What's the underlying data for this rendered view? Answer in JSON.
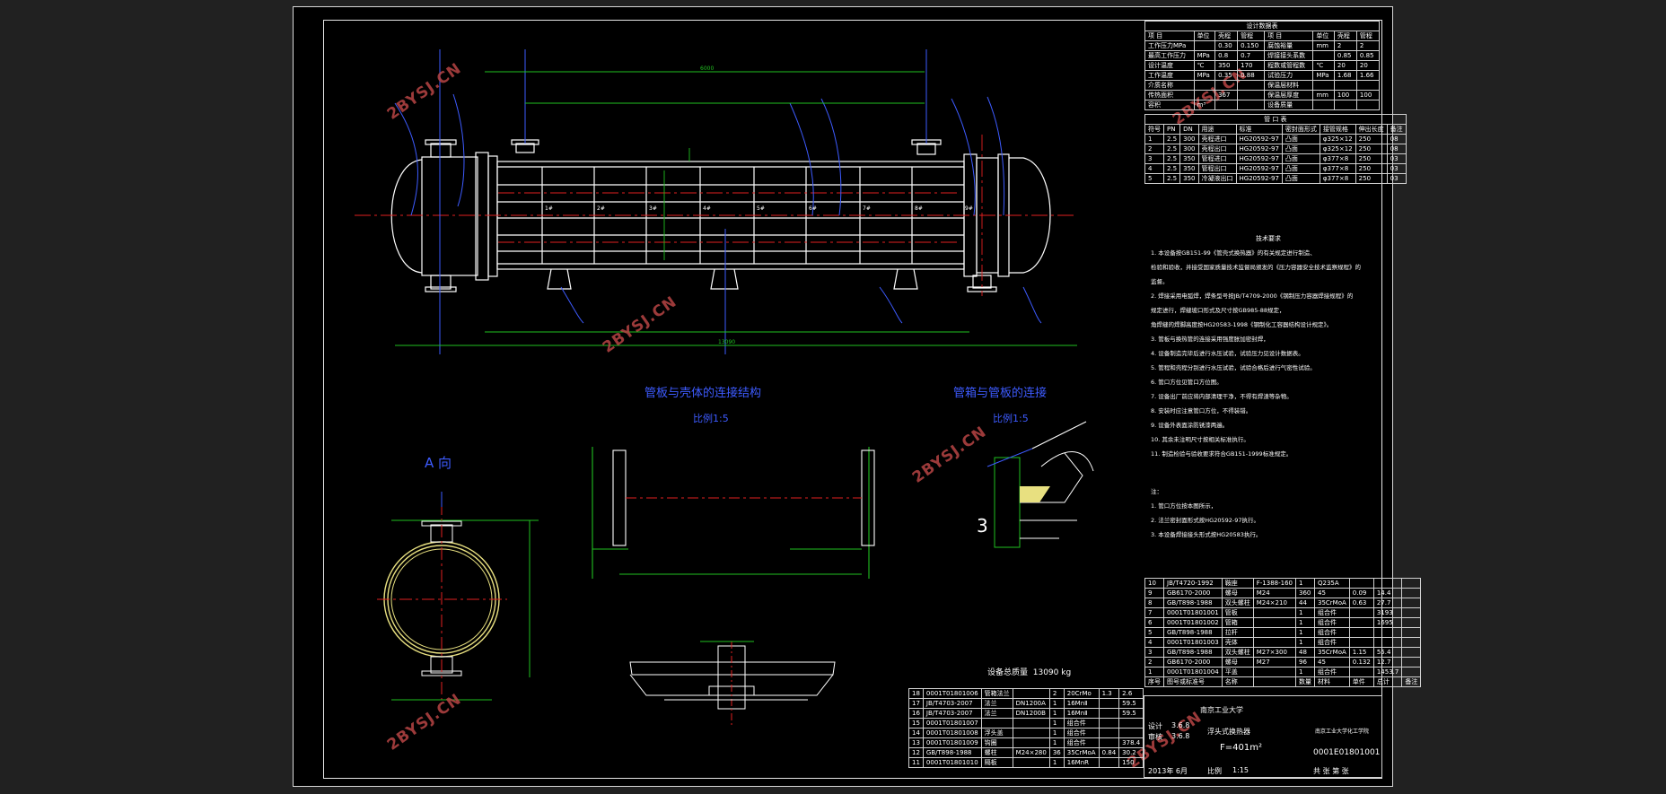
{
  "design_table": {
    "title": "设计数据表",
    "header": [
      "项 目",
      "单位",
      "壳程",
      "管程",
      "项 目",
      "单位",
      "壳程",
      "管程"
    ],
    "rows": [
      [
        "工作压力MPa",
        "",
        "0.30",
        "0.150",
        "腐蚀裕量",
        "mm",
        "2",
        "2"
      ],
      [
        "最高工作压力",
        "MPa",
        "0.8",
        "0.7",
        "焊接接头系数",
        "",
        "0.85",
        "0.85"
      ],
      [
        "设计温度",
        "℃",
        "350",
        "170",
        "程数或管程数",
        "℃",
        "20",
        "20"
      ],
      [
        "工作温度",
        "MPa",
        "0.35",
        "0.88",
        "试验压力",
        "MPa",
        "1.68",
        "1.66"
      ],
      [
        "介质名称",
        "",
        "",
        "",
        "保温层材料",
        "",
        "",
        ""
      ],
      [
        "传热面积",
        "",
        "367",
        "",
        "保温层厚度",
        "mm",
        "100",
        "100"
      ],
      [
        "容积",
        "m³",
        "",
        "",
        "设备质量",
        "",
        "",
        ""
      ]
    ]
  },
  "nozzle_table": {
    "title": "管 口 表",
    "header": [
      "符号",
      "PN",
      "DN",
      "用途",
      "标准",
      "密封面形式",
      "接管规格",
      "伸出长度",
      "备注"
    ],
    "rows": [
      [
        "1",
        "2.5",
        "300",
        "壳程进口",
        "HG20592-97",
        "凸面",
        "φ325×12",
        "250",
        "08"
      ],
      [
        "2",
        "2.5",
        "300",
        "壳程出口",
        "HG20592-97",
        "凸面",
        "φ325×12",
        "250",
        "08"
      ],
      [
        "3",
        "2.5",
        "350",
        "管程进口",
        "HG20592-97",
        "凸面",
        "φ377×8",
        "250",
        "03"
      ],
      [
        "4",
        "2.5",
        "350",
        "管程出口",
        "HG20592-97",
        "凸面",
        "φ377×8",
        "250",
        "03"
      ],
      [
        "5",
        "2.5",
        "350",
        "冷凝液出口",
        "HG20592-97",
        "凸面",
        "φ377×8",
        "250",
        "03"
      ]
    ]
  },
  "notes_title": "技术要求",
  "notes": [
    "1. 本设备按GB151-99《管壳式换热器》的有关规定进行制造、",
    "   检验和验收，并接受国家质量技术监督局颁发的《压力容器安全技术监察规程》的",
    "   监督。",
    "2. 焊接采用电弧焊，焊条型号按JB/T4709-2000《钢制压力容器焊接规程》的",
    "   规定进行，焊缝坡口形式及尺寸按GB985-88规定，",
    "   角焊缝的焊脚高度按HG20583-1998《钢制化工容器结构设计规定》。",
    "3. 管板与换热管的连接采用强度胀加密封焊，",
    "4. 设备制造完毕后进行水压试验，试验压力见设计数据表。",
    "5. 管程和壳程分别进行水压试验，试验合格后进行气密性试验。",
    "6. 管口方位见管口方位图。",
    "7. 设备出厂前应将内部清理干净，不得有焊渣等杂物。",
    "8. 安装时应注意管口方位，不得装错。",
    "9. 设备外表面涂防锈漆两遍。",
    "10. 其余未注明尺寸按相关标准执行。",
    "11. 制造检验与验收要求符合GB151-1999标准规定。"
  ],
  "notes2": [
    "注：",
    "1. 管口方位按本图所示，",
    "2. 法兰密封面形式按HG20592-97执行。",
    "3. 本设备焊接接头形式按HG20583执行。"
  ],
  "labels": {
    "view_a": "A 向",
    "section_label_left": "管板与壳体的连接结构",
    "section_scale_left": "比例1:5",
    "section_label_right": "管箱与管板的连接",
    "section_scale_right": "比例1:5",
    "detail_number": "3",
    "weight_label": "设备总质量",
    "weight_value": "13090 kg",
    "baffle_labels": [
      "1#",
      "2#",
      "3#",
      "4#",
      "5#",
      "6#",
      "7#",
      "8#",
      "9#"
    ]
  },
  "parts_upper": {
    "rows": [
      [
        "10",
        "JB/T4720-1992",
        "鞍座",
        "F-1388-160",
        "1",
        "Q235A",
        "",
        "",
        ""
      ],
      [
        "9",
        "GB6170-2000",
        "螺母",
        "M24",
        "360",
        "45",
        "0.09",
        "14.4",
        ""
      ],
      [
        "8",
        "GB/T898-1988",
        "双头螺柱",
        "M24×210",
        "44",
        "35CrMoA",
        "0.63",
        "27.7",
        ""
      ],
      [
        "7",
        "0001T01801001",
        "管板",
        "",
        "1",
        "组合件",
        "",
        "3193",
        ""
      ],
      [
        "6",
        "0001T01801002",
        "管箱",
        "",
        "1",
        "组合件",
        "",
        "1695",
        ""
      ],
      [
        "5",
        "GB/T898-1988",
        "拉杆",
        "",
        "1",
        "组合件",
        "",
        "",
        ""
      ],
      [
        "4",
        "0001T01801003",
        "壳体",
        "",
        "1",
        "组合件",
        "",
        "",
        ""
      ],
      [
        "3",
        "GB/T898-1988",
        "双头螺柱",
        "M27×300",
        "48",
        "35CrMoA",
        "1.15",
        "55.4",
        ""
      ],
      [
        "2",
        "GB6170-2000",
        "螺母",
        "M27",
        "96",
        "45",
        "0.132",
        "12.7",
        ""
      ],
      [
        "1",
        "0001T01801004",
        "平盖",
        "",
        "1",
        "组合件",
        "",
        "1453.7",
        ""
      ]
    ],
    "footer": [
      "序号",
      "图号或标准号",
      "名称",
      "",
      "数量",
      "材料",
      "单件",
      "总计",
      "备注"
    ]
  },
  "parts_lower": {
    "rows": [
      [
        "18",
        "0001T01801006",
        "管箱法兰",
        "",
        "2",
        "20CrMo",
        "1.3",
        "2.6"
      ],
      [
        "17",
        "JB/T4703-2007",
        "法兰",
        "DN1200A",
        "1",
        "16MnⅡ",
        "",
        "59.5"
      ],
      [
        "16",
        "JB/T4703-2007",
        "法兰",
        "DN1200B",
        "1",
        "16MnⅡ",
        "",
        "59.5"
      ],
      [
        "15",
        "0001T01801007",
        "",
        "",
        "1",
        "组合件",
        "",
        ""
      ],
      [
        "14",
        "0001T01801008",
        "浮头盖",
        "",
        "1",
        "组合件",
        "",
        ""
      ],
      [
        "13",
        "0001T01801009",
        "钩圈",
        "",
        "1",
        "组合件",
        "",
        "378.4"
      ],
      [
        "12",
        "GB/T898-1988",
        "螺柱",
        "M24×280",
        "36",
        "35CrMoA",
        "0.84",
        "30.2"
      ],
      [
        "11",
        "0001T01801010",
        "隔板",
        "",
        "1",
        "16MnR",
        "",
        "150"
      ]
    ]
  },
  "title_block": {
    "school": "南京工业大学",
    "drawing_name": "浮头式换热器",
    "area": "F=401m²",
    "drawing_no": "0001E01801001",
    "scale": "1:15",
    "date": "2013年 6月",
    "designer_label": "设计",
    "checker_label": "审核",
    "d1": "3.6.8",
    "d2": "3.6.8",
    "company": "南京工业大学化工学院",
    "sheet": "共 张 第 张",
    "ratio_label": "比例"
  },
  "watermark": "2BYSJ.CN",
  "colors": {
    "background": "#212121",
    "paper": "#000000",
    "line": "#ffffff",
    "center": "#e02020",
    "dimension": "#21c021",
    "leader": "#3d5bff",
    "shell_yellow": "#e8e080",
    "watermark": "#b84545"
  }
}
